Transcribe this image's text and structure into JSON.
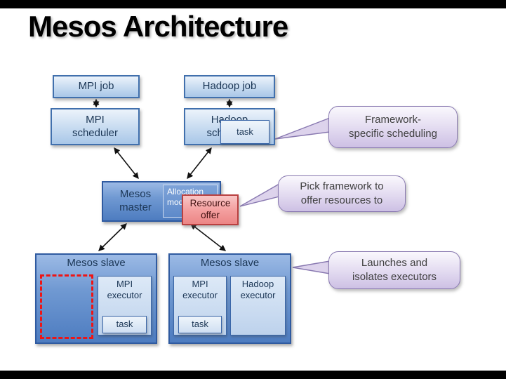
{
  "slide": {
    "title": "Mesos Architecture"
  },
  "nodes": {
    "mpi_job": {
      "label": "MPI job"
    },
    "hadoop_job": {
      "label": "Hadoop job"
    },
    "mpi_scheduler": {
      "label": "MPI\nscheduler"
    },
    "hadoop_scheduler": {
      "label": "Hadoop\nscheduler"
    },
    "scheduler_task": {
      "label": "task"
    },
    "mesos_master": {
      "label": "Mesos\nmaster"
    },
    "allocation_module": {
      "label": "Allocation module"
    },
    "resource_offer": {
      "label": "Resource\noffer"
    },
    "slave_left": {
      "label": "Mesos slave"
    },
    "slave_right": {
      "label": "Mesos slave"
    },
    "mpi_executor_left": {
      "label": "MPI\nexecutor"
    },
    "task_left": {
      "label": "task"
    },
    "mpi_executor_right": {
      "label": "MPI\nexecutor"
    },
    "task_right": {
      "label": "task"
    },
    "hadoop_executor": {
      "label": "Hadoop\nexecutor"
    }
  },
  "callouts": {
    "framework": {
      "text": "Framework-\nspecific scheduling"
    },
    "pick": {
      "text": "Pick framework to\noffer resources to"
    },
    "launches": {
      "text": "Launches and\nisolates executors"
    }
  },
  "colors": {
    "box_border_blue": "#4170ad",
    "box_fill_light_blue": "#cddff2",
    "master_slave_fill_blue": "#6f99d2",
    "resource_offer_fill": "#f4a0a0",
    "resource_offer_border": "#b94040",
    "callout_fill": "#d8cdea",
    "callout_border": "#8878b0",
    "dashed_highlight_red": "#ee1515",
    "arrow_color": "#111111",
    "title_color": "#000000"
  }
}
